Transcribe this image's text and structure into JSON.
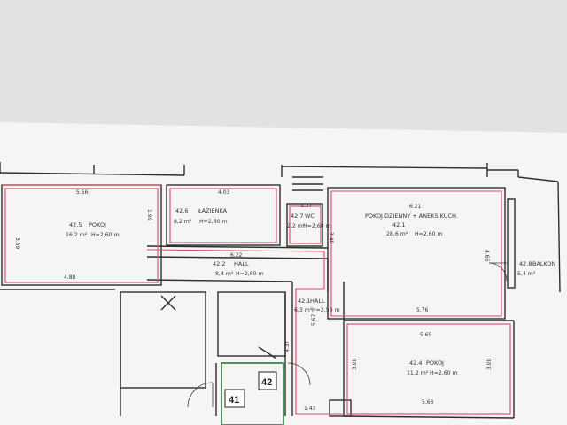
{
  "photo": {
    "subject": "photographed architectural floor plan sheet",
    "colors": {
      "background_wall": "#e6e6e6",
      "paper": "#f6f6f6",
      "line_black": "#2f2f2f",
      "room_outline_red": "#d64a67",
      "entry_green": "#3b8a4b"
    }
  },
  "rooms": [
    {
      "id": "42.5",
      "name": "POKOJ",
      "area": "16,2 m²",
      "height": "H=2,60 m"
    },
    {
      "id": "42.6",
      "name": "ŁAZIENKA",
      "area": "8,2 m²",
      "height": "H=2,60 m"
    },
    {
      "id": "42.7",
      "name": "WC",
      "area": "2,2 m²",
      "height": "H=2,60 m"
    },
    {
      "id": "42.1",
      "name": "POKÓJ DZIENNY + ANEKS KUCH.",
      "area": "28,6 m²",
      "height": "H=2,60 m"
    },
    {
      "id": "42.8",
      "name": "BALKON",
      "area": "5,4 m²",
      "height": ""
    },
    {
      "id": "42.2",
      "name": "HALL",
      "area": "8,4 m²",
      "height": "H=2,60 m"
    },
    {
      "id": "42.1",
      "name": "HALL",
      "area": "6,3 m²",
      "height": "H=2,50 m"
    },
    {
      "id": "42.4",
      "name": "POKOJ",
      "area": "11,2 m²",
      "height": "H=2,60 m"
    }
  ],
  "dimensions": [
    "5.56",
    "4.03",
    "6.21",
    "3.39",
    "1.99",
    "1.37",
    "3.40",
    "4.66",
    "6.22",
    "4.88",
    "5.67",
    "4.37",
    "5.76",
    "5.65",
    "3.00",
    "3.00",
    "5.63",
    "1.43"
  ],
  "unit_markers": [
    "41",
    "42"
  ]
}
